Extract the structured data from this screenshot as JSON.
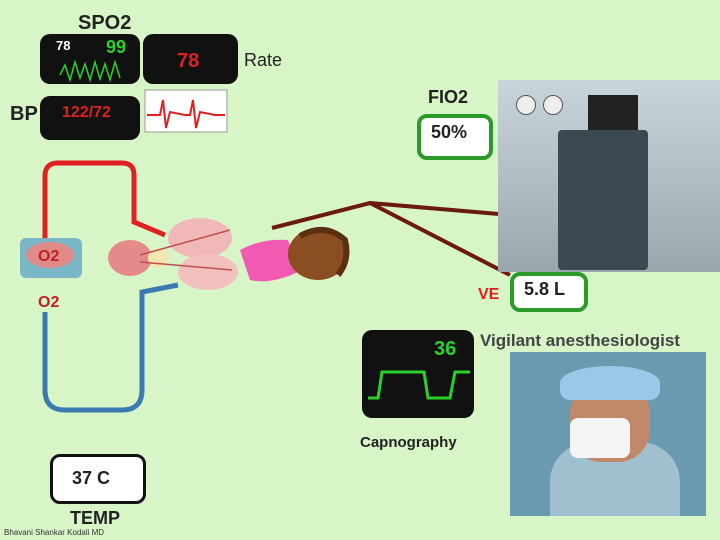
{
  "spo2": {
    "label": "SPO2",
    "small_value": "78",
    "value": "99"
  },
  "rate": {
    "value": "78",
    "label": "Rate"
  },
  "bp": {
    "label": "BP",
    "value": "122/72"
  },
  "fio2": {
    "label": "FIO2",
    "value": "50%"
  },
  "ve": {
    "label": "VE",
    "value": "5.8 L"
  },
  "capno": {
    "value": "36",
    "label": "Capnography"
  },
  "vigilant": {
    "label": "Vigilant anesthesiologist"
  },
  "o2": {
    "brain_label": "O2",
    "cell_label": "O2"
  },
  "temp": {
    "value": "37 C",
    "label": "TEMP"
  },
  "credit": "Bhavani Shankar Kodali MD",
  "colors": {
    "background": "#d8f5c8",
    "monitor_green": "#2a9a2a",
    "vessel_red": "#e02020",
    "vessel_blue": "#3a7ab0",
    "tube_brown": "#6a1a10"
  }
}
